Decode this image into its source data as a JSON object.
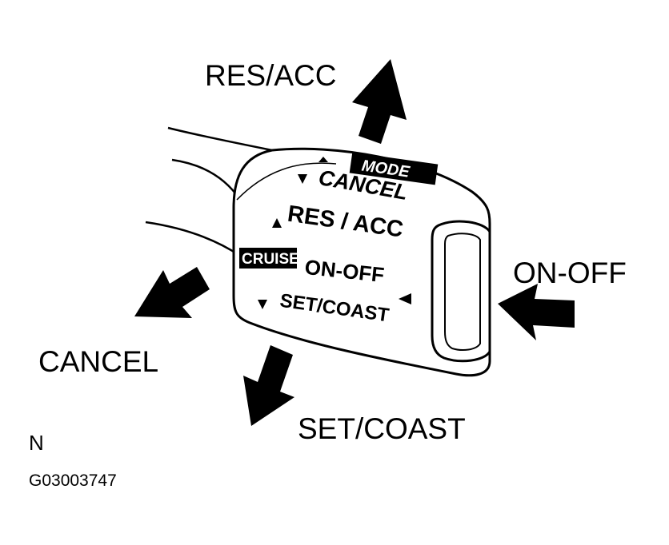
{
  "callouts": {
    "res_acc": "RES/ACC",
    "on_off": "ON-OFF",
    "cancel": "CANCEL",
    "set_coast": "SET/COAST"
  },
  "lever": {
    "mode": "MODE",
    "cancel": "CANCEL",
    "res_acc": "RES / ACC",
    "cruise": "CRUISE",
    "on_off": "ON-OFF",
    "set_coast": "SET/COAST"
  },
  "footer": {
    "letter": "N",
    "code": "G03003747"
  }
}
